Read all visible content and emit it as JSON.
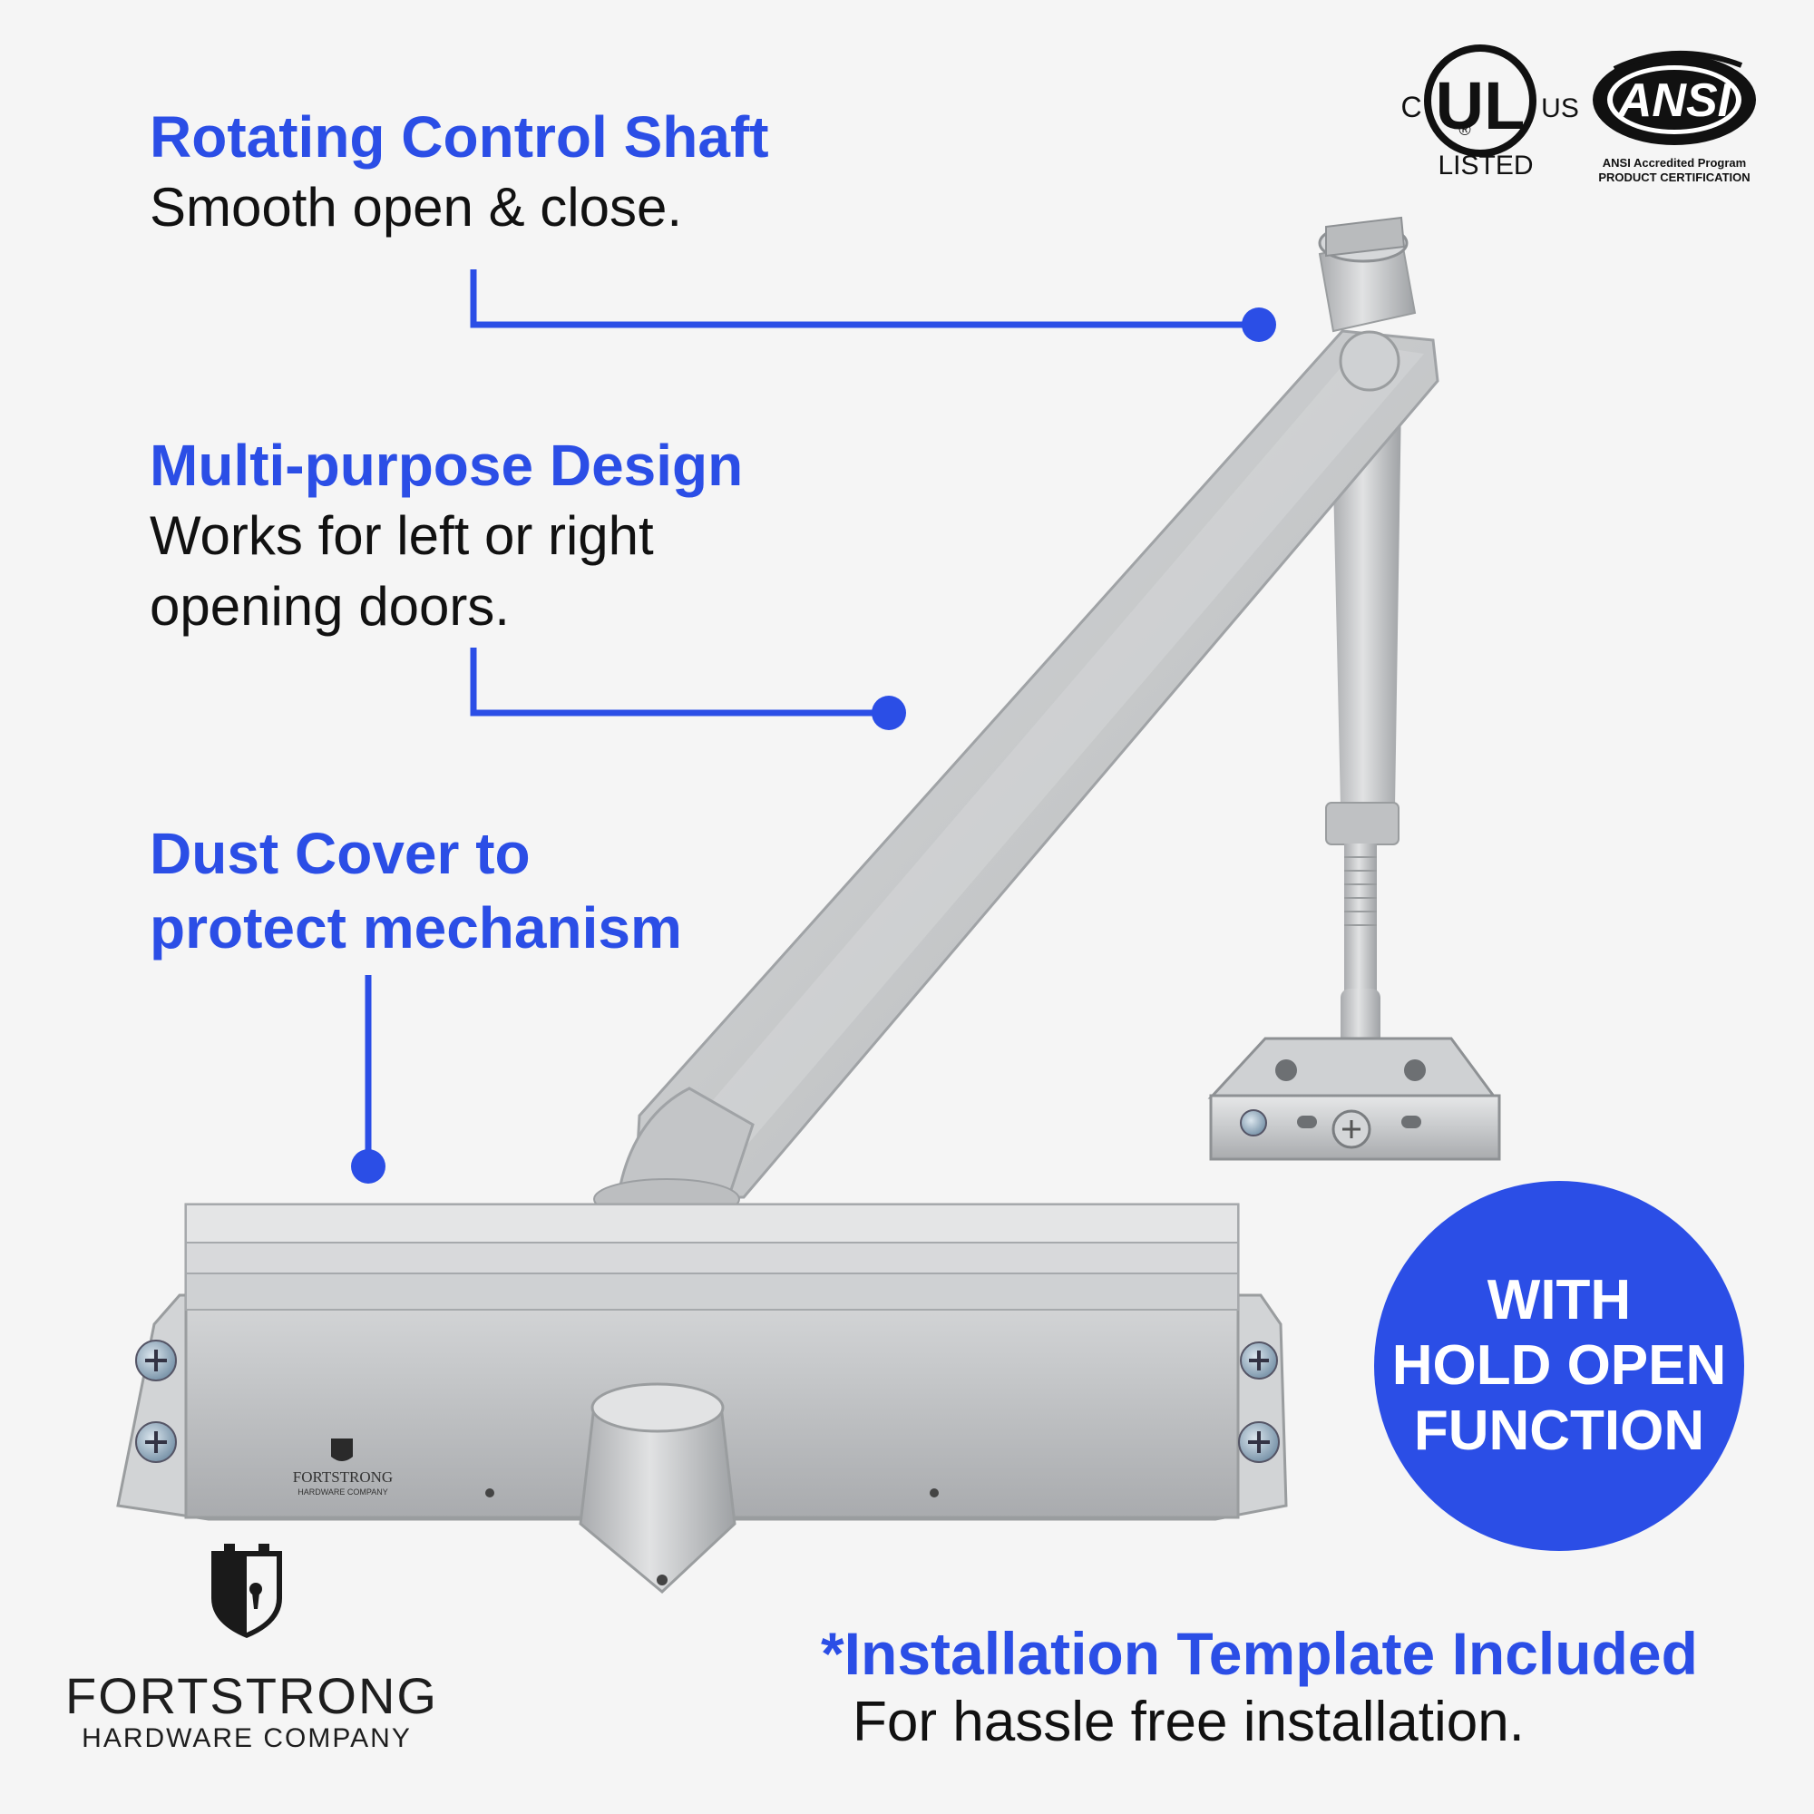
{
  "features": {
    "rotating": {
      "title": "Rotating Control Shaft",
      "desc": "Smooth open & close."
    },
    "multipurpose": {
      "title": "Multi-purpose Design",
      "desc_line1": "Works for left or right",
      "desc_line2": "opening doors."
    },
    "dust": {
      "title_line1": "Dust Cover to",
      "title_line2": "protect mechanism"
    }
  },
  "installation": {
    "title": "*Installation Template Included",
    "desc": "For hassle free installation."
  },
  "badge": {
    "line1": "WITH",
    "line2": "HOLD OPEN",
    "line3": "FUNCTION"
  },
  "certifications": {
    "ul": {
      "mark": "UL",
      "left": "C",
      "right": "US",
      "label": "LISTED",
      "registered": "®"
    },
    "ansi": {
      "mark": "ANSI",
      "line1": "ANSI Accredited Program",
      "line2": "PRODUCT CERTIFICATION"
    }
  },
  "brand": {
    "name": "FORTSTRONG",
    "sub": "HARDWARE COMPANY",
    "engraving_name": "FORTSTRONG",
    "engraving_sub": "HARDWARE COMPANY"
  },
  "colors": {
    "accent": "#2b4ee6",
    "background": "#f5f5f5",
    "metal": "#c9cbcd",
    "text": "#111111"
  },
  "icons": [
    "shield-keyhole-icon",
    "ul-listed-icon",
    "ansi-logo-icon",
    "callout-dot-icon"
  ]
}
